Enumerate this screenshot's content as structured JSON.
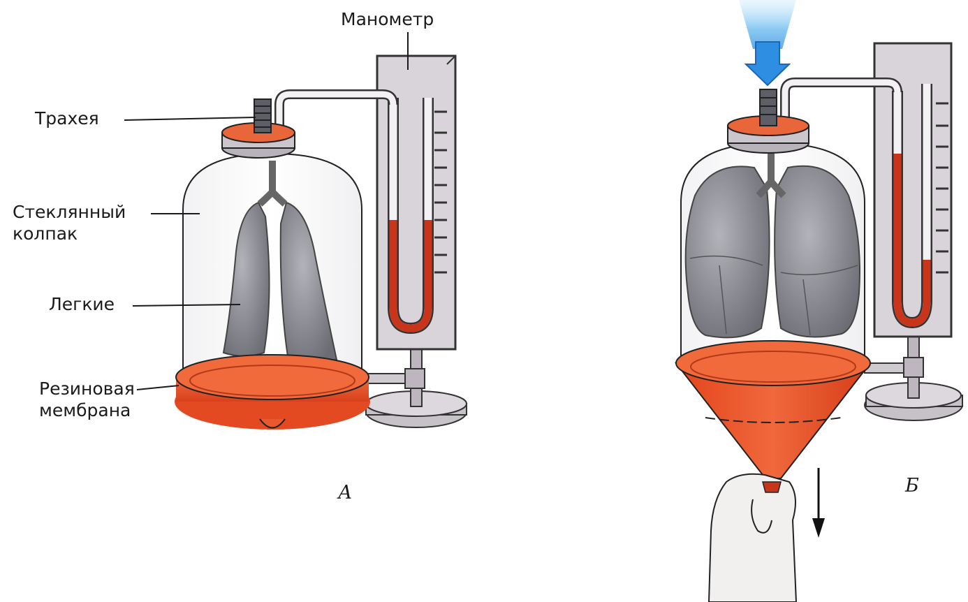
{
  "panel_a": {
    "letter": "А",
    "labels": {
      "manometer": "Манометр",
      "trachea": "Трахея",
      "glass_bell": "Стеклянный\nколпак",
      "lungs": "Легкие",
      "rubber_membrane": "Резиновая\nмембрана"
    }
  },
  "panel_b": {
    "letter": "Б"
  },
  "colors": {
    "rubber": "#e8502a",
    "rubber_dark": "#b23818",
    "liquid": "#c8351a",
    "manometer_body": "#d9d3da",
    "lung": "#8a8a92",
    "air_flow": "#4aa8e8"
  }
}
